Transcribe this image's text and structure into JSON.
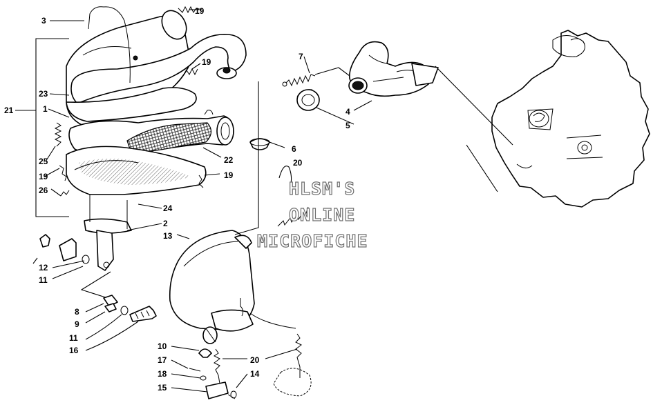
{
  "diagram": {
    "callouts": [
      {
        "id": "c3",
        "text": "3"
      },
      {
        "id": "c19a",
        "text": "19"
      },
      {
        "id": "c19b",
        "text": "19"
      },
      {
        "id": "c23",
        "text": "23"
      },
      {
        "id": "c21",
        "text": "21"
      },
      {
        "id": "c1",
        "text": "1"
      },
      {
        "id": "c25",
        "text": "25"
      },
      {
        "id": "c19c",
        "text": "19"
      },
      {
        "id": "c26",
        "text": "26"
      },
      {
        "id": "c22",
        "text": "22"
      },
      {
        "id": "c19d",
        "text": "19"
      },
      {
        "id": "c24",
        "text": "24"
      },
      {
        "id": "c2",
        "text": "2"
      },
      {
        "id": "c13",
        "text": "13"
      },
      {
        "id": "c12",
        "text": "12"
      },
      {
        "id": "c11a",
        "text": "11"
      },
      {
        "id": "c8",
        "text": "8"
      },
      {
        "id": "c9",
        "text": "9"
      },
      {
        "id": "c11b",
        "text": "11"
      },
      {
        "id": "c16",
        "text": "16"
      },
      {
        "id": "c10",
        "text": "10"
      },
      {
        "id": "c17",
        "text": "17"
      },
      {
        "id": "c18",
        "text": "18"
      },
      {
        "id": "c15",
        "text": "15"
      },
      {
        "id": "c14",
        "text": "14"
      },
      {
        "id": "c20a",
        "text": "20"
      },
      {
        "id": "c20b",
        "text": "20"
      },
      {
        "id": "c7",
        "text": "7"
      },
      {
        "id": "c4",
        "text": "4"
      },
      {
        "id": "c5",
        "text": "5"
      },
      {
        "id": "c6",
        "text": "6"
      }
    ],
    "watermark": [
      "HLSM'S",
      "ONLINE",
      "MICROFICHE"
    ]
  }
}
